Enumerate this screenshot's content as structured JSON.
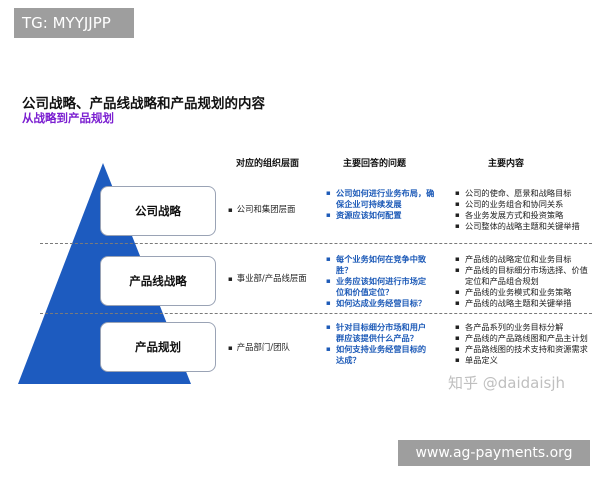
{
  "tag": "TG: MYYJJPP",
  "title": "公司战略、产品线战略和产品规划的内容",
  "subtitle": "从战略到产品规划",
  "columns": {
    "org": "对应的组织层面",
    "questions": "主要回答的问题",
    "content": "主要内容"
  },
  "rows": [
    {
      "label": "公司战略",
      "org": "公司和集团层面",
      "questions": [
        "公司如何进行业务布局，确保企业可持续发展",
        "资源应该如何配置"
      ],
      "content": [
        "公司的使命、愿景和战略目标",
        "公司的业务组合和协同关系",
        "各业务发展方式和投资策略",
        "公司整体的战略主题和关键举措"
      ]
    },
    {
      "label": "产品线战略",
      "org": "事业部/产品线层面",
      "questions": [
        "每个业务如何在竞争中致胜？",
        "业务应该如何进行市场定位和价值定位？",
        "如何达成业务经营目标？"
      ],
      "content": [
        "产品线的战略定位和业务目标",
        "产品线的目标细分市场选择、价值定位和产品组合规划",
        "产品线的业务模式和业务策略",
        "产品线的战略主题和关键举措"
      ]
    },
    {
      "label": "产品规划",
      "org": "产品部门/团队",
      "questions": [
        "针对目标细分市场和用户群应该提供什么产品？",
        "如何支持业务经营目标的达成？"
      ],
      "content": [
        "各产品系列的业务目标分解",
        "产品线的产品路线图和产品主计划",
        "产品路线图的技术支持和资源需求",
        "单品定义"
      ]
    }
  ],
  "watermark": "知乎 @daidaisjh",
  "site": "www.ag-payments.org",
  "colors": {
    "pyramid": "#1d5bbf",
    "accent": "#7b1fd1",
    "question": "#1e5bb8"
  }
}
